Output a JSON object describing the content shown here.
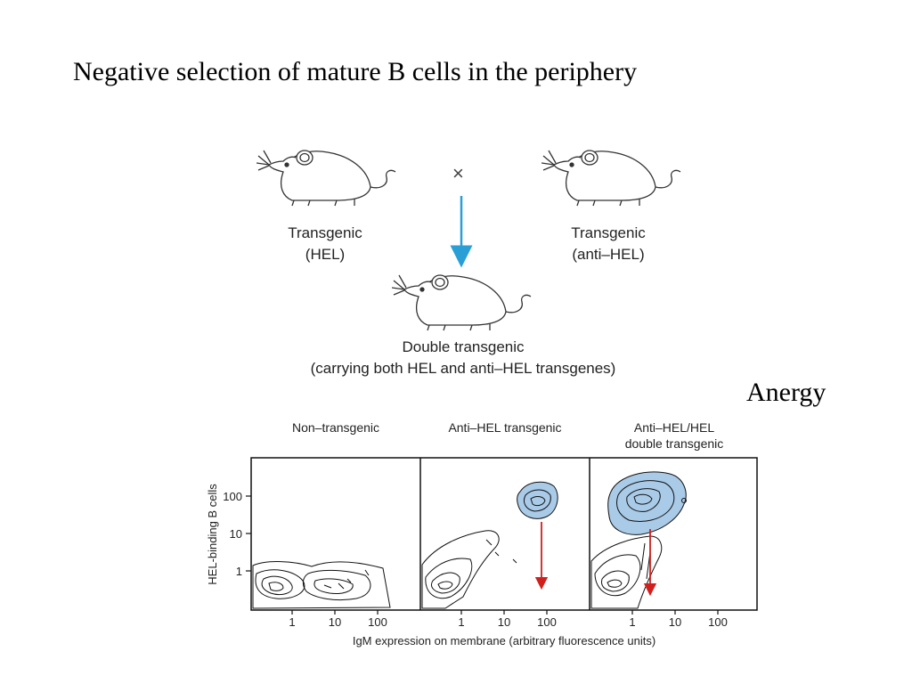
{
  "title": "Negative selection of mature B cells in the periphery",
  "annotation": "Anergy",
  "cross_symbol": "×",
  "mice": {
    "left_label_1": "Transgenic",
    "left_label_2": "(HEL)",
    "right_label_1": "Transgenic",
    "right_label_2": "(anti–HEL)",
    "offspring_label_1": "Double transgenic",
    "offspring_label_2": "(carrying both HEL and anti–HEL transgenes)"
  },
  "colors": {
    "arrow_cross": "#2a9fd6",
    "arrow_shift": "#d0201d",
    "population_fill": "#a9cbe8",
    "contour": "#111111"
  },
  "panels": [
    {
      "title_1": "Non–transgenic",
      "title_2": ""
    },
    {
      "title_1": "Anti–HEL transgenic",
      "title_2": ""
    },
    {
      "title_1": "Anti–HEL/HEL",
      "title_2": "double transgenic"
    }
  ],
  "axes": {
    "ylabel": "HEL-binding B cells",
    "xlabel": "IgM expression on membrane (arbitrary fluorescence units)",
    "y_ticks": [
      "1",
      "10",
      "100"
    ],
    "x_ticks": [
      "1",
      "10",
      "100"
    ]
  }
}
